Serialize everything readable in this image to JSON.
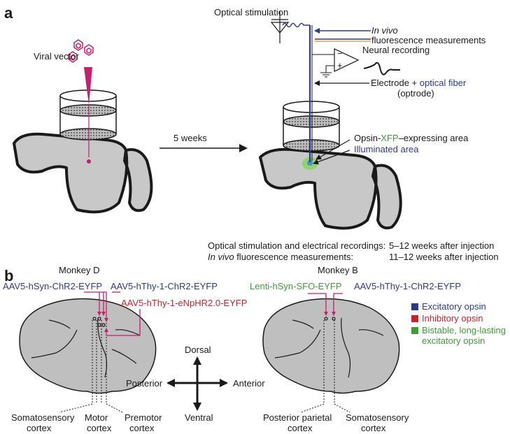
{
  "panel_a": {
    "label": "a",
    "viral_vector": "Viral vector",
    "optical_stimulation": "Optical stimulation",
    "in_vivo_italic": "In vivo",
    "fluorescence_measurements": "fluorescence measurements",
    "neural_recording": "Neural recording",
    "electrode_prefix": "Electrode + ",
    "optical_fiber": "optical fiber",
    "optrode": "(optrode)",
    "weeks": "5 weeks",
    "opsin_prefix": "Opsin-",
    "xfp": "XFP",
    "opsin_suffix": "–expressing area",
    "illuminated_area": "Illuminated area",
    "timing_line1_label": "Optical stimulation and electrical recordings:",
    "timing_line1_value": "5–12 weeks after injection",
    "timing_line2_label_italic": "In vivo",
    "timing_line2_label_rest": " fluorescence measurements:",
    "timing_line2_value": "11–12 weeks after injection"
  },
  "panel_b": {
    "label": "b",
    "monkey_d": "Monkey D",
    "monkey_b": "Monkey B",
    "d_vector1_prefix": "AAV5-hSyn-ChR2-",
    "d_vector1_suffix": "EYFP",
    "d_vector2": "AAV5-hThy-1-ChR2-EYFP",
    "d_vector3": "AAV5-hThy-1-eNpHR2.0-EYFP",
    "b_vector1": "Lenti-hSyn-SFO-EYFP",
    "b_vector2": "AAV5-hThy-1-ChR2-EYFP",
    "dorsal": "Dorsal",
    "ventral": "Ventral",
    "posterior": "Posterior",
    "anterior": "Anterior",
    "d_regions": [
      {
        "line1": "Somatosensory",
        "line2": "cortex"
      },
      {
        "line1": "Motor",
        "line2": "cortex"
      },
      {
        "line1": "Premotor",
        "line2": "cortex"
      }
    ],
    "b_regions": [
      {
        "line1": "Posterior parietal",
        "line2": "cortex"
      },
      {
        "line1": "Somatosensory",
        "line2": "cortex"
      }
    ],
    "legend": [
      {
        "label": "Excitatory opsin",
        "color": "#2b3a8f"
      },
      {
        "label": "Inhibitory opsin",
        "color": "#d0202a"
      },
      {
        "label": "Bistable, long-lasting",
        "label2": "excitatory opsin",
        "color": "#3f9b3a"
      }
    ]
  },
  "colors": {
    "blue": "#2b3a8f",
    "red": "#d0202a",
    "green": "#3f9b3a",
    "magenta": "#c81e6e",
    "tissue": "#c8c8c8",
    "orange": "#e8a030"
  }
}
